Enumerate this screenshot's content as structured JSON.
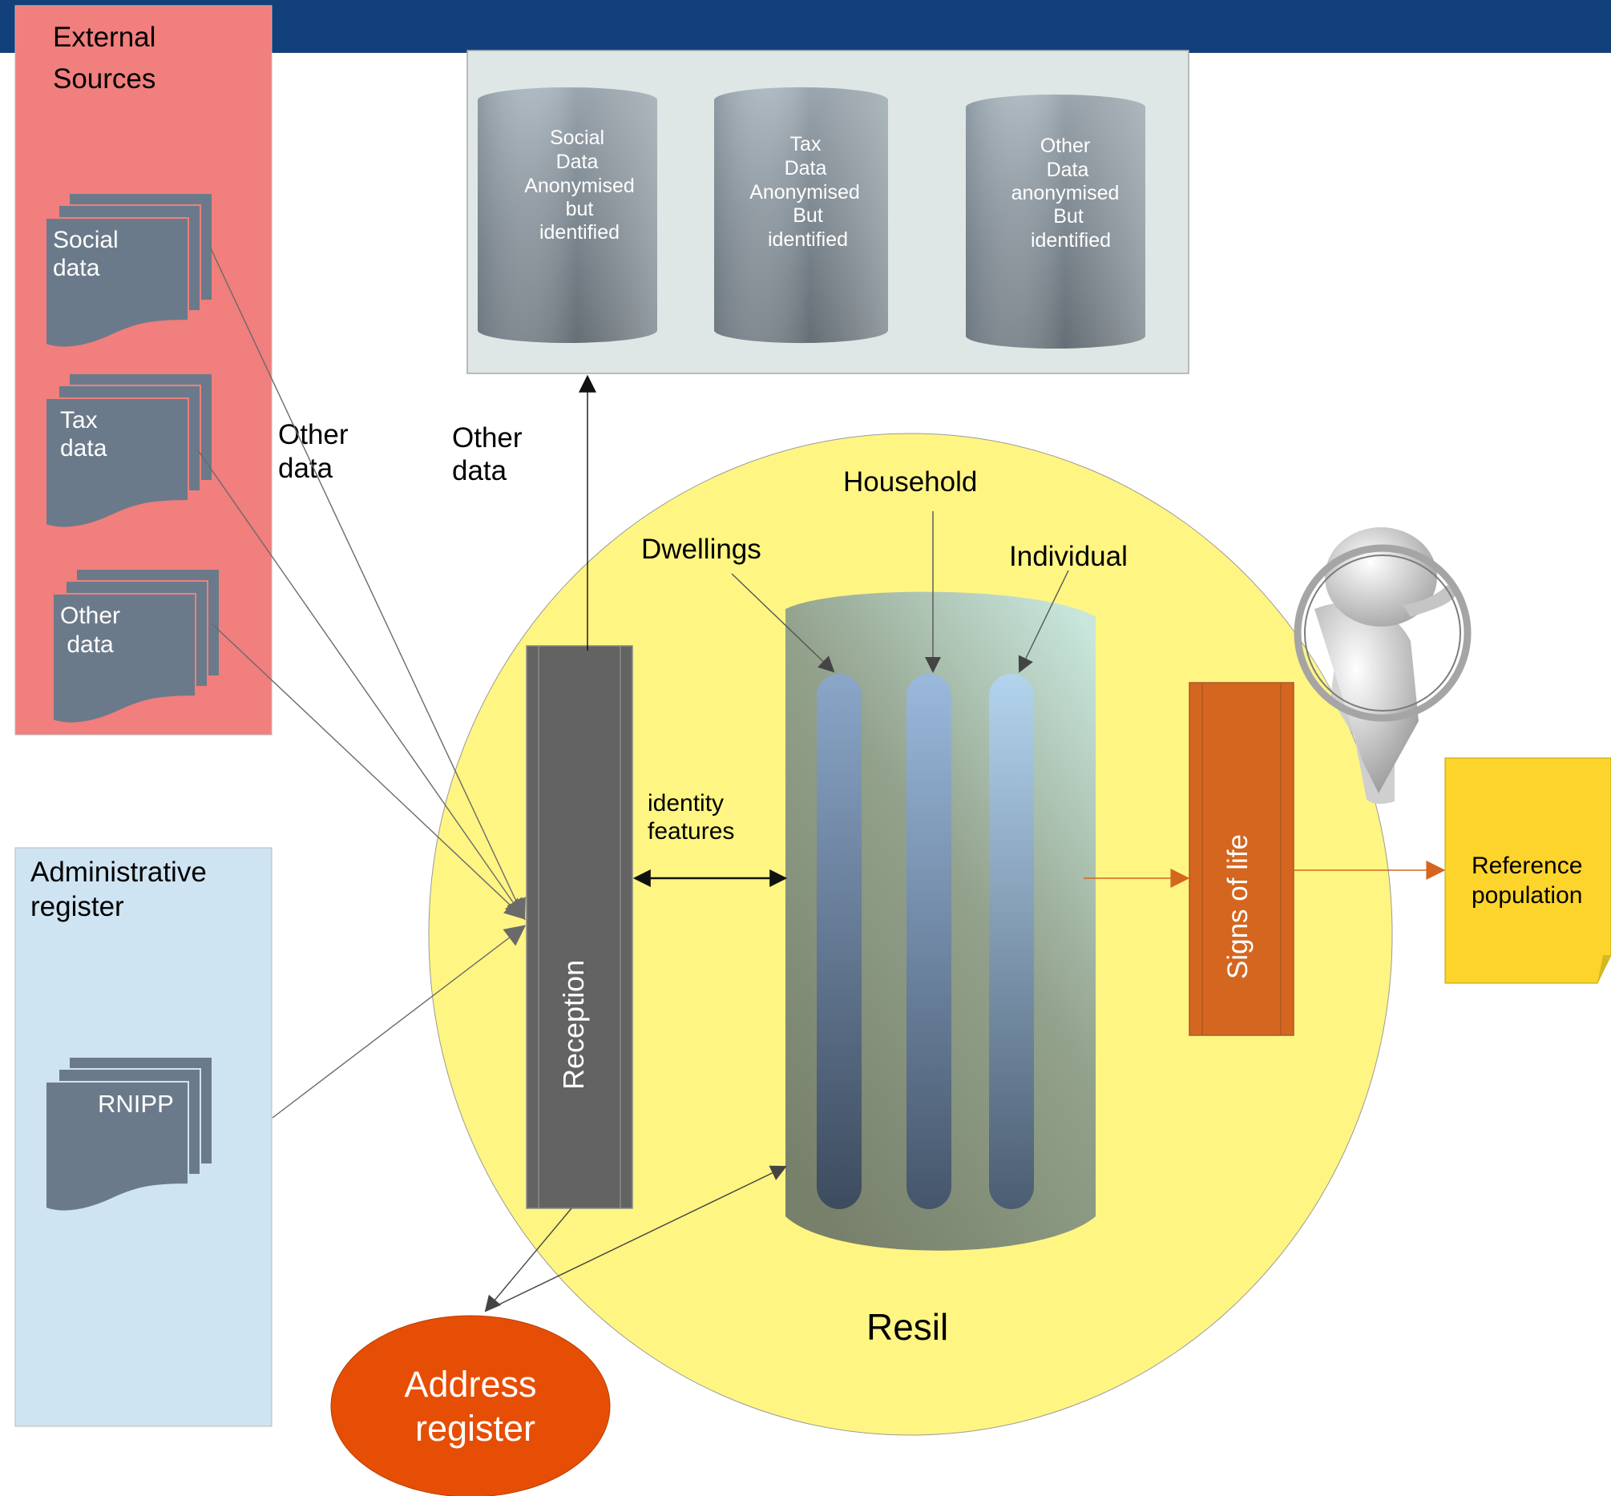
{
  "external_sources": {
    "title_line1": "External",
    "title_line2": "Sources",
    "docs": [
      {
        "line1": "Social",
        "line2": "data"
      },
      {
        "line1": "Tax",
        "line2": "data"
      },
      {
        "line1": "Other",
        "line2": " data"
      }
    ]
  },
  "admin_register": {
    "title_line1": "Administrative",
    "title_line2": "register",
    "doc_label": "RNIPP"
  },
  "anonymised_store": {
    "cylinders": [
      {
        "lines": [
          "Social",
          "Data",
          "Anonymised",
          "but",
          "identified"
        ]
      },
      {
        "lines": [
          "Tax",
          "Data",
          "Anonymised",
          "But",
          "identified"
        ]
      },
      {
        "lines": [
          "Other",
          "Data",
          "anonymised",
          "But",
          "identified"
        ]
      }
    ]
  },
  "flow_labels": {
    "other_data_left": {
      "line1": "Other",
      "line2": "data"
    },
    "other_data_up": {
      "line1": "Other",
      "line2": "data"
    },
    "identity_features": {
      "line1": "identity",
      "line2": "features"
    }
  },
  "resil": {
    "name": "Resil",
    "reception": "Reception",
    "levels": {
      "dwellings": "Dwellings",
      "household": "Household",
      "individual": "Individual"
    }
  },
  "signs_of_life": "Signs of life",
  "reference_population": {
    "line1": "Reference",
    "line2": "population"
  },
  "address_register": {
    "line1": "Address",
    "line2": "register"
  },
  "colors": {
    "header_bar": "#11407a",
    "external_panel": "#f07f7d",
    "admin_panel": "#cfe4f2",
    "document": "#6b7a8a",
    "resil_circle": "#fff583",
    "reception": "#636363",
    "signs_of_life": "#d4661f",
    "reference_note": "#fdd42c",
    "address_register": "#e64e05"
  }
}
